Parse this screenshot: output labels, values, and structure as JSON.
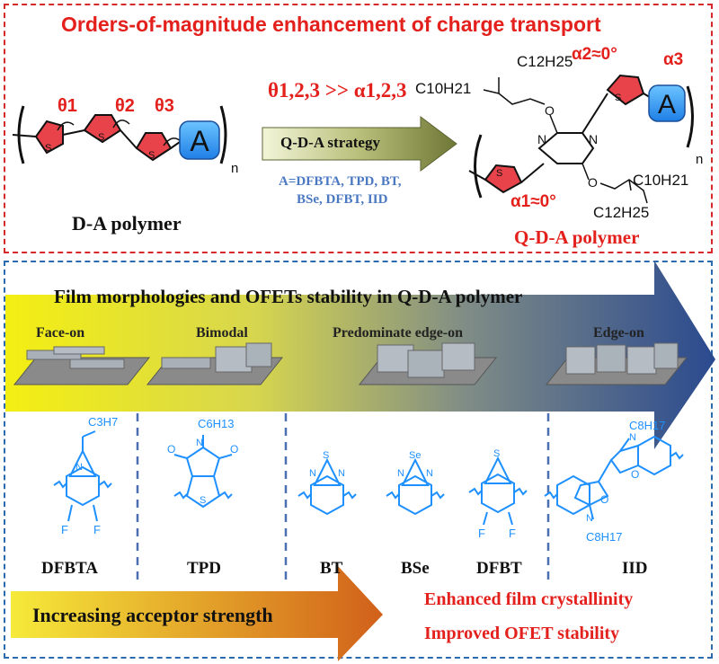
{
  "top": {
    "title": "Orders-of-magnitude enhancement of charge transport",
    "theta_compare": "θ1,2,3 >> α1,2,3",
    "strategy": "Q-D-A strategy",
    "acceptors_line1": "A=DFBTA, TPD, BT,",
    "acceptors_line2": "BSe, DFBT, IID",
    "da_label": "D-A polymer",
    "qda_label": "Q-D-A polymer",
    "acceptor_symbol": "A",
    "repeat_n": "n",
    "theta1": "θ1",
    "theta2": "θ2",
    "theta3": "θ3",
    "alpha1": "α1≈0°",
    "alpha2": "α2≈0°",
    "alpha3": "α3",
    "chain_c12h25_top": "C12H25",
    "chain_c10h21_top": "C10H21",
    "chain_c10h21_bot": "C10H21",
    "chain_c12h25_bot": "C12H25",
    "atom_S": "S",
    "atom_N": "N",
    "atom_O": "O"
  },
  "bottom": {
    "title": "Film morphologies and OFETs stability in Q-D-A polymer",
    "stages": [
      "Face-on",
      "Bimodal",
      "Predominate edge-on",
      "Edge-on"
    ],
    "molecules": [
      "DFBTA",
      "TPD",
      "BT",
      "BSe",
      "DFBT",
      "IID"
    ],
    "substituents": {
      "dfbta": "C3H7",
      "tpd": "C6H13",
      "iid_top": "C8H17",
      "iid_bottom": "C8H17"
    },
    "acceptor_arrow": "Increasing acceptor strength",
    "enhanced": "Enhanced film crystallinity",
    "improved": "Improved OFET stability"
  },
  "colors": {
    "red": "#e3201c",
    "thiophene_fill": "#e8434a",
    "acceptor_blue": "#2f8ff0",
    "structure_blue": "#1e90ff",
    "arrow_yellow": "#f4ef12",
    "arrow_navy": "#2b4a8f",
    "arrow_orange": "#d1601a"
  }
}
